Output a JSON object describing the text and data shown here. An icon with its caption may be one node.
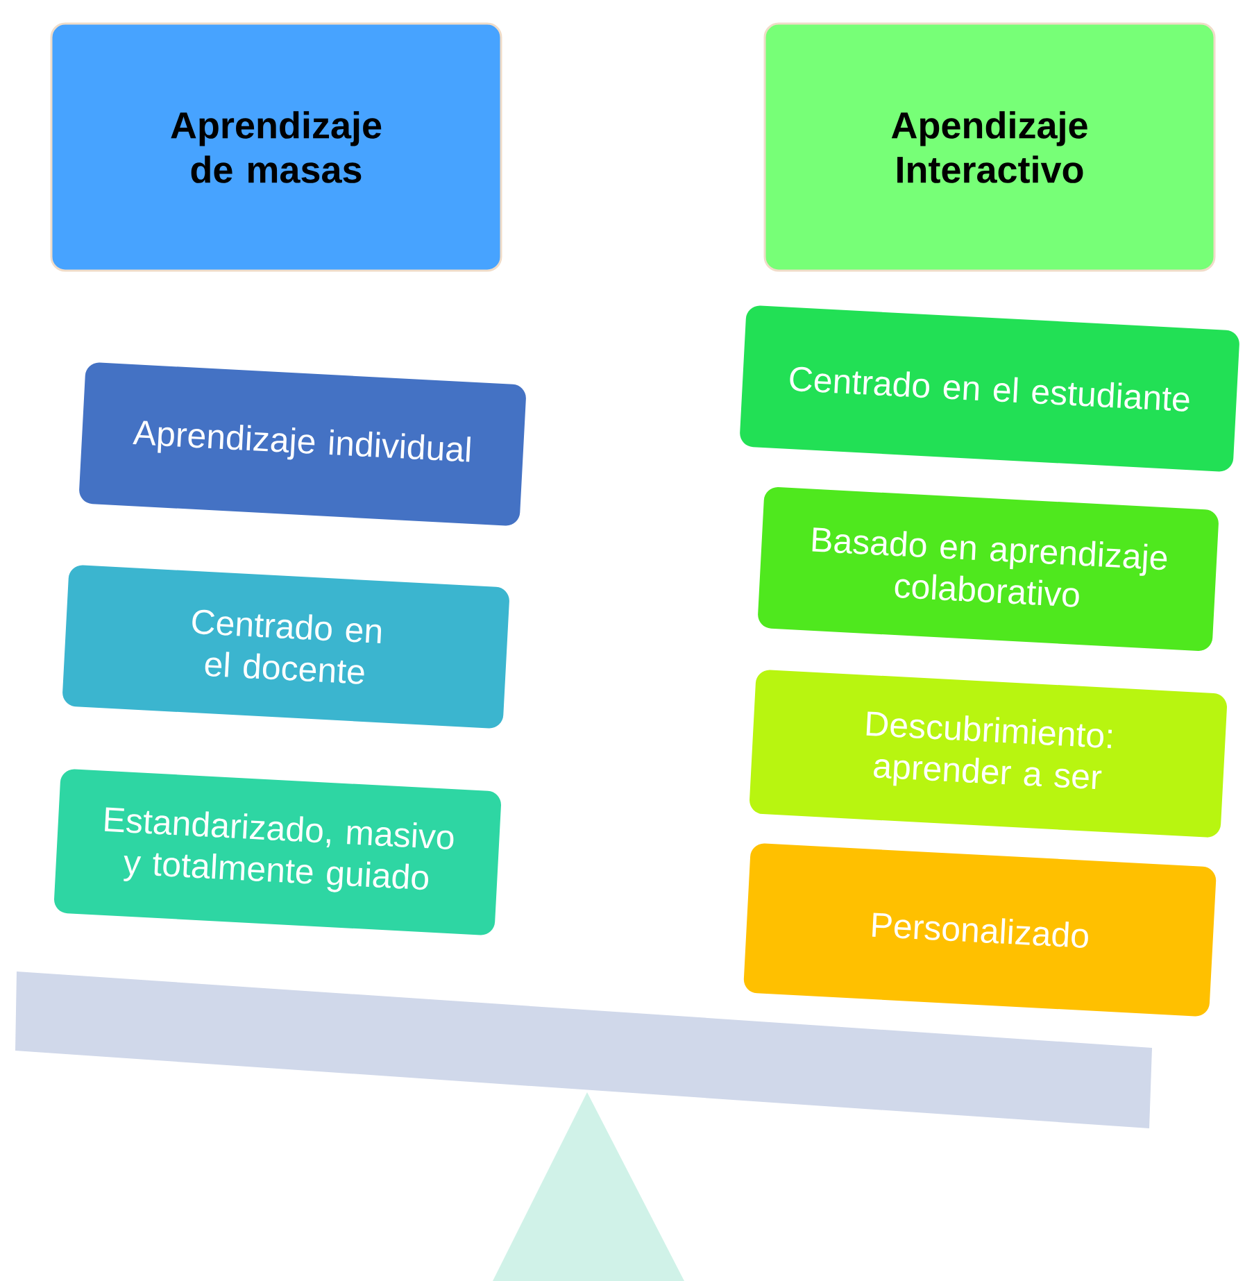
{
  "diagram": {
    "nodes": [
      {
        "text": [
          "Aprendizaje de masas"
        ]
      },
      {
        "text": [
          "Apendizaje Interactivo"
        ]
      },
      {
        "text": [
          "Aprendizaje individual"
        ]
      },
      {
        "text": [
          "Centrado en el docente"
        ]
      },
      {
        "text": [
          "Estandarizado, masivo y totalmente guiado"
        ]
      },
      {
        "text": [
          "Centrado en el estudiante"
        ]
      },
      {
        "text": [
          "Basado en aprendizaje colaborativo"
        ]
      },
      {
        "text": [
          "Descubrimiento: aprender a ser"
        ]
      },
      {
        "text": [
          "Personalizado"
        ]
      }
    ]
  }
}
